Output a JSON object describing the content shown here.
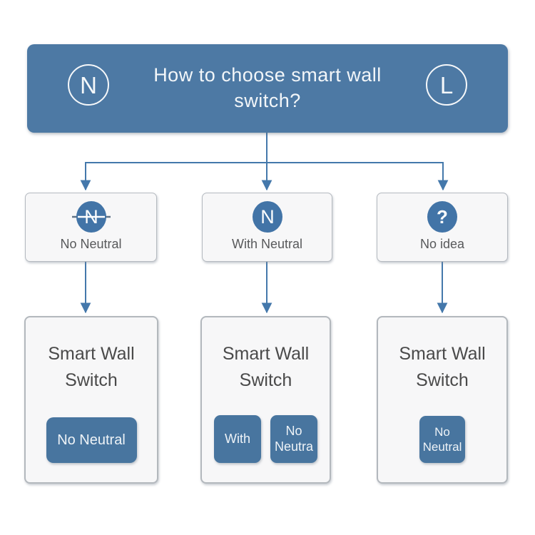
{
  "header": {
    "title_line1": "How to choose smart wall",
    "title_line2": "switch?",
    "left_badge": "N",
    "right_badge": "L"
  },
  "options": [
    {
      "icon": "no-neutral-icon",
      "icon_letter": "N",
      "label": "No Neutral"
    },
    {
      "icon": "with-neutral-icon",
      "icon_letter": "N",
      "label": "With Neutral"
    },
    {
      "icon": "question-icon",
      "icon_letter": "?",
      "label": "No idea"
    }
  ],
  "results": [
    {
      "title": "Smart Wall Switch",
      "badges": [
        "No Neutral"
      ]
    },
    {
      "title": "Smart Wall Switch",
      "badges": [
        "With",
        "No Neutra"
      ]
    },
    {
      "title": "Smart Wall Switch",
      "badges": [
        "No Neutral"
      ]
    }
  ],
  "colors": {
    "header_bg": "#4d79a4",
    "icon_bg": "#4274a7",
    "badge_bg": "#48759f",
    "connector": "#4478ab",
    "strike_stub": "#5f7286",
    "box_bg": "#f7f7f8",
    "box_border": "#b5bac0",
    "title_text": "#4a4a4a",
    "label_text": "#58595b"
  }
}
